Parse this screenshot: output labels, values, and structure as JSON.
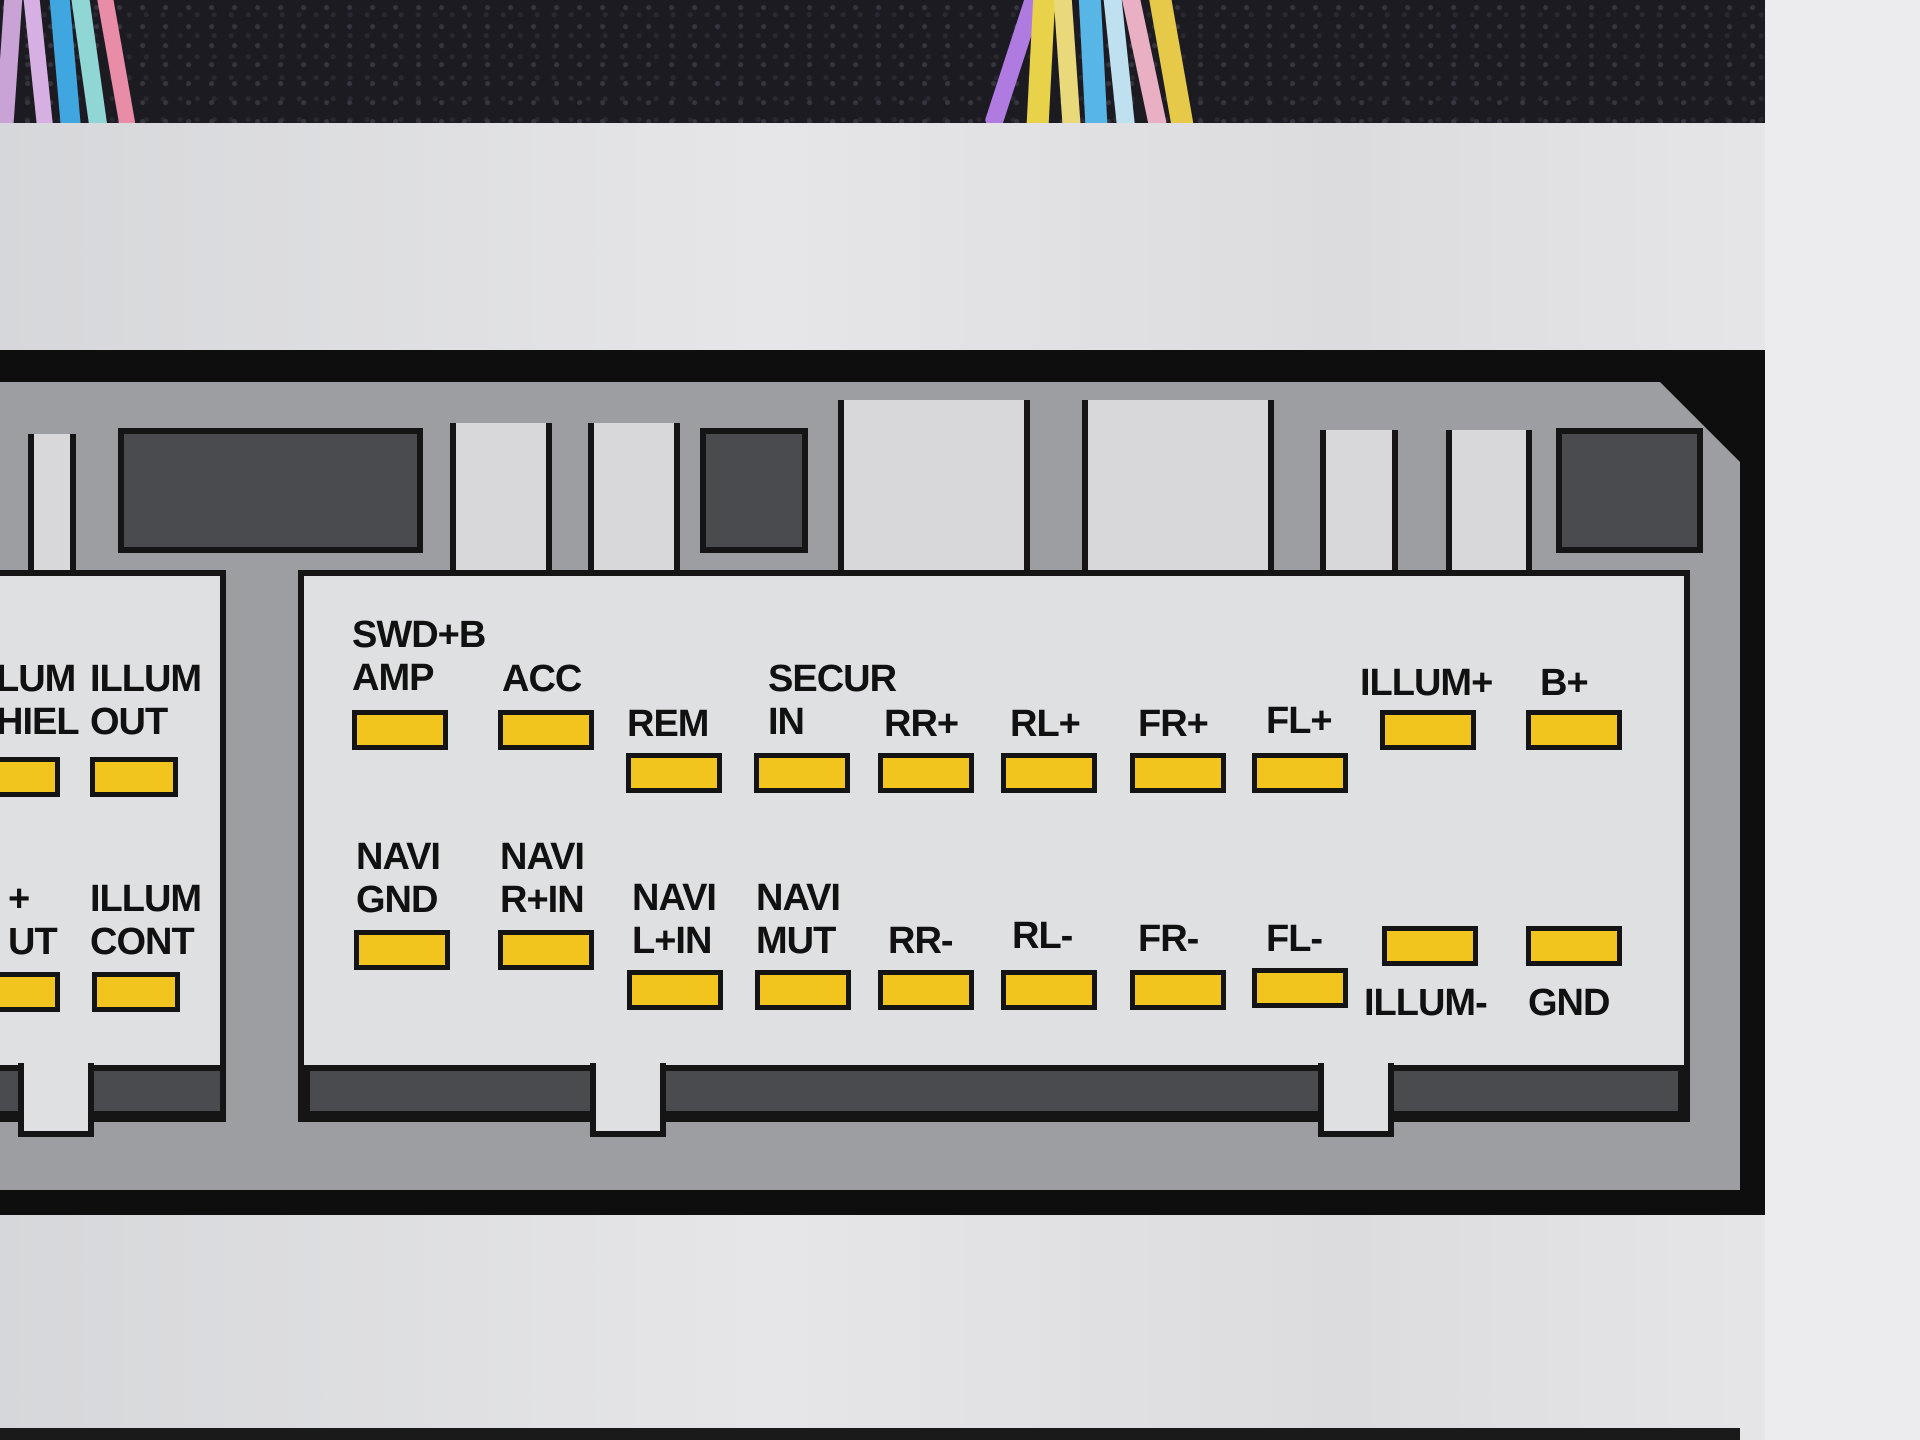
{
  "diagram": {
    "type": "connector-pinout",
    "pin_color": "#f2c51e",
    "left_panel": {
      "top_row": [
        {
          "line1": "LUM",
          "line2": "HIEL"
        },
        {
          "line1": "ILLUM",
          "line2": "OUT"
        }
      ],
      "bottom_row": [
        {
          "line1": "+",
          "line2": "UT"
        },
        {
          "line1": "ILLUM",
          "line2": "CONT"
        }
      ]
    },
    "main_panel": {
      "top_row": [
        {
          "pre": "SWD+B",
          "line1": "AMP"
        },
        {
          "line1": "ACC"
        },
        {
          "line1": "REM"
        },
        {
          "pre": "SECUR",
          "line1": "IN"
        },
        {
          "line1": "RR+"
        },
        {
          "line1": "RL+"
        },
        {
          "line1": "FR+"
        },
        {
          "line1": "FL+"
        },
        {
          "line1": "ILLUM+"
        },
        {
          "line1": "B+"
        }
      ],
      "bottom_row": [
        {
          "line1": "NAVI",
          "line2": "GND"
        },
        {
          "line1": "NAVI",
          "line2": "R+IN"
        },
        {
          "line1": "NAVI",
          "line2": "L+IN"
        },
        {
          "line1": "NAVI",
          "line2": "MUT"
        },
        {
          "line1": "RR-"
        },
        {
          "line1": "RL-"
        },
        {
          "line1": "FR-"
        },
        {
          "line1": "FL-"
        },
        {
          "line1": "ILLUM-"
        },
        {
          "line1": "GND"
        }
      ]
    }
  }
}
